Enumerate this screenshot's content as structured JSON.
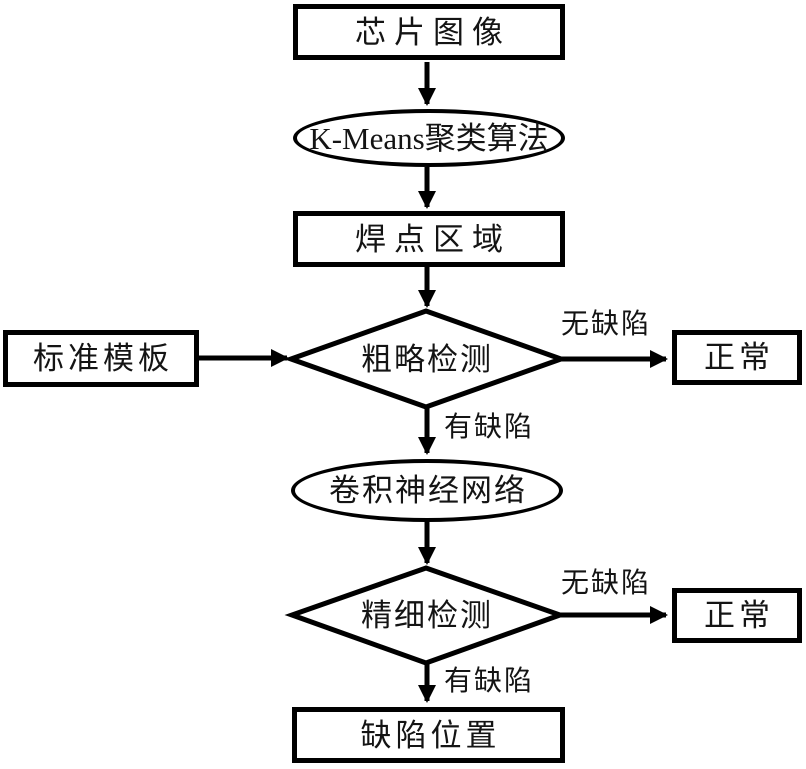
{
  "colors": {
    "stroke": "#000000",
    "background": "#ffffff",
    "text": "#141414"
  },
  "flowchart": {
    "nodes": {
      "chip_image": {
        "label": "芯片图像",
        "shape": "rect"
      },
      "kmeans": {
        "label": "K-Means聚类算法",
        "shape": "ellipse"
      },
      "solder_region": {
        "label": "焊点区域",
        "shape": "rect"
      },
      "standard_template": {
        "label": "标准模板",
        "shape": "rect"
      },
      "rough_detection": {
        "label": "粗略检测",
        "shape": "diamond"
      },
      "normal_1": {
        "label": "正常",
        "shape": "rect"
      },
      "cnn": {
        "label": "卷积神经网络",
        "shape": "ellipse"
      },
      "fine_detection": {
        "label": "精细检测",
        "shape": "diamond"
      },
      "normal_2": {
        "label": "正常",
        "shape": "rect"
      },
      "defect_location": {
        "label": "缺陷位置",
        "shape": "rect"
      }
    },
    "edge_labels": {
      "no_defect_1": "无缺陷",
      "has_defect_1": "有缺陷",
      "no_defect_2": "无缺陷",
      "has_defect_2": "有缺陷"
    }
  }
}
